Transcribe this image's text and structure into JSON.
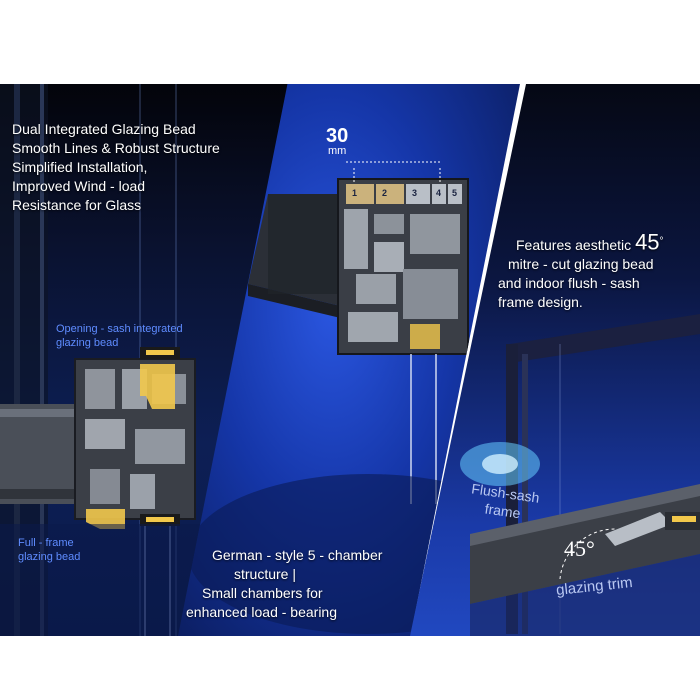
{
  "left_panel": {
    "caption_lines": [
      "Dual Integrated Glazing Bead",
      "Smooth Lines & Robust Structure",
      "Simplified Installation,",
      "Improved Wind - load",
      "Resistance for Glass"
    ],
    "label_top": [
      "Opening - sash integrated",
      "glazing bead"
    ],
    "label_bottom": [
      "Full - frame",
      "glazing bead"
    ]
  },
  "middle_panel": {
    "dimension_value": "30",
    "dimension_unit": "mm",
    "chamber_numbers": [
      "1",
      "2",
      "3",
      "4",
      "5"
    ],
    "caption_lines": [
      "German - style 5 - chamber",
      "structure |",
      "Small chambers for",
      "enhanced load - bearing"
    ]
  },
  "right_panel": {
    "caption_before_degree": "Features aesthetic",
    "degree_value": "45",
    "degree_symbol": "°",
    "caption_lines": [
      "mitre - cut glazing bead",
      "and indoor flush - sash",
      "frame design."
    ],
    "label_flush": [
      "Flush-sash",
      "frame"
    ],
    "label_angle": "45°",
    "label_trim": "glazing trim"
  },
  "colors": {
    "accent_blue": "#5f8cff",
    "profile_grey": "#3b3f47",
    "highlight_yellow": "#f2c84b"
  }
}
